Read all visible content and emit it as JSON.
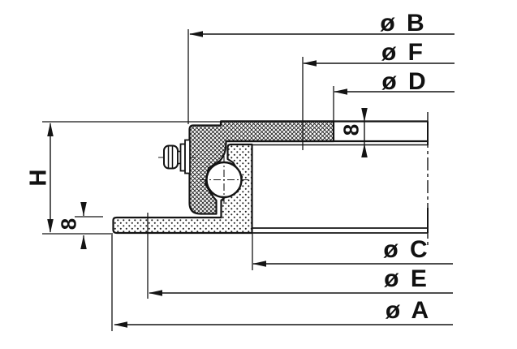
{
  "diagram": {
    "type": "engineering-cross-section",
    "dimension_labels": {
      "b": "ø B",
      "f": "ø F",
      "d": "ø D",
      "c": "ø C",
      "e": "ø E",
      "a": "ø A",
      "height": "H",
      "top_plate_thickness": "8",
      "bottom_plate_thickness": "8"
    },
    "colors": {
      "line": "#141414",
      "background": "#ffffff"
    }
  }
}
